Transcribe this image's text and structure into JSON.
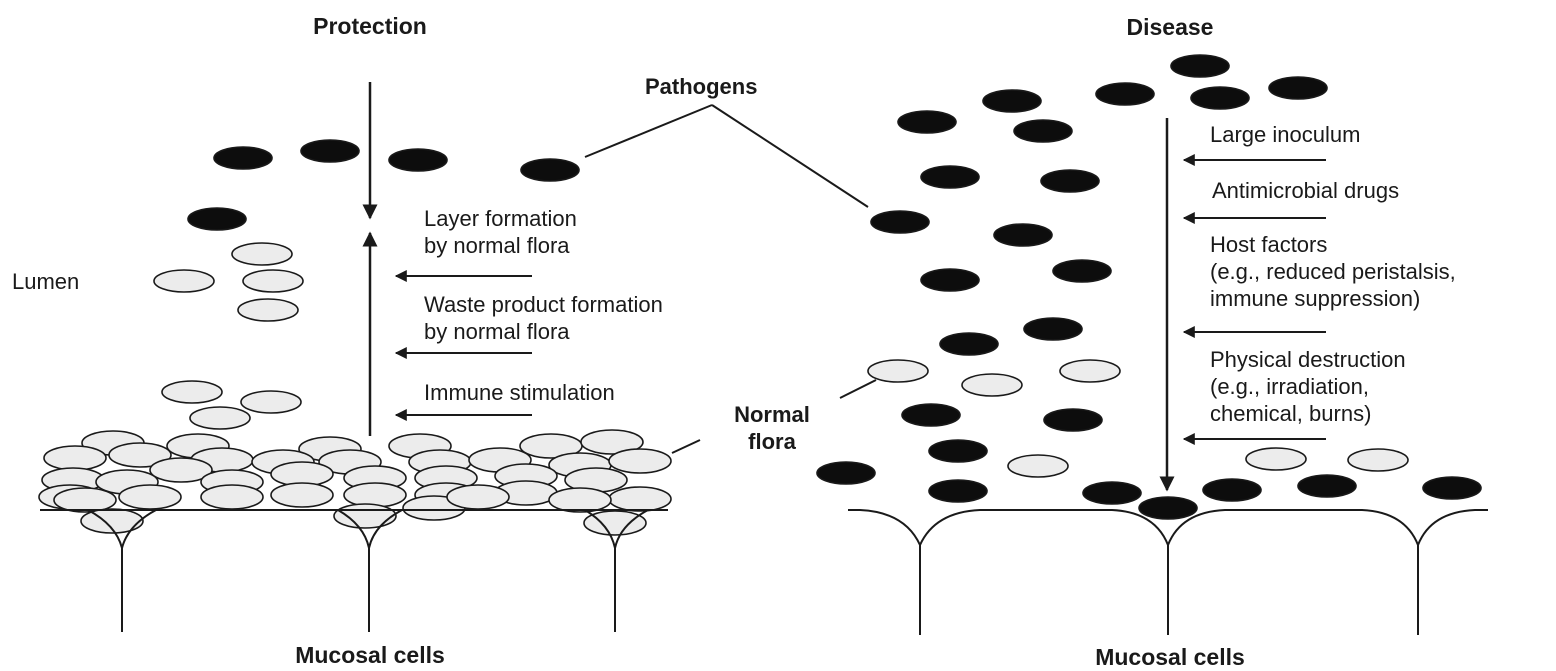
{
  "protection_panel": {
    "title": "Protection",
    "lumen_label": "Lumen",
    "mechanisms": [
      {
        "lines": [
          "Layer formation",
          "by normal flora"
        ]
      },
      {
        "lines": [
          "Waste product formation",
          "by normal flora"
        ]
      },
      {
        "lines": [
          "Immune stimulation"
        ]
      }
    ],
    "base_label": "Mucosal cells"
  },
  "shared_labels": {
    "pathogens": "Pathogens",
    "normal_flora": [
      "Normal",
      "flora"
    ]
  },
  "disease_panel": {
    "title": "Disease",
    "factors": [
      {
        "lines": [
          "Large inoculum"
        ]
      },
      {
        "lines": [
          "Antimicrobial drugs"
        ]
      },
      {
        "lines": [
          "Host factors",
          "(e.g., reduced peristalsis,",
          "immune suppression)"
        ]
      },
      {
        "lines": [
          "Physical destruction",
          "(e.g., irradiation,",
          "chemical, burns)"
        ]
      }
    ],
    "base_label": "Mucosal cells"
  },
  "legend_colors": {
    "pathogen_fill": "#0d0d0d",
    "normal_flora_fill": "#ececec",
    "line_color": "#1a1a1a"
  }
}
